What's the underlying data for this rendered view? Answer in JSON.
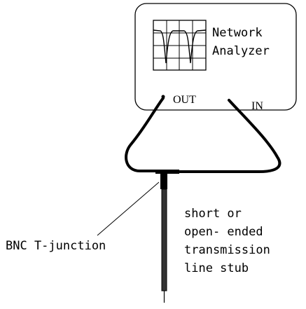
{
  "analyzer": {
    "name_line1": "Network",
    "name_line2": "Analyzer",
    "out_label": "OUT",
    "in_label": "IN"
  },
  "labels": {
    "junction": "BNC T-junction",
    "stub_line1": "short or",
    "stub_line2": "open- ended",
    "stub_line3": "transmission",
    "stub_line4": "line stub"
  },
  "colors": {
    "ink": "#000000",
    "background": "#ffffff"
  }
}
